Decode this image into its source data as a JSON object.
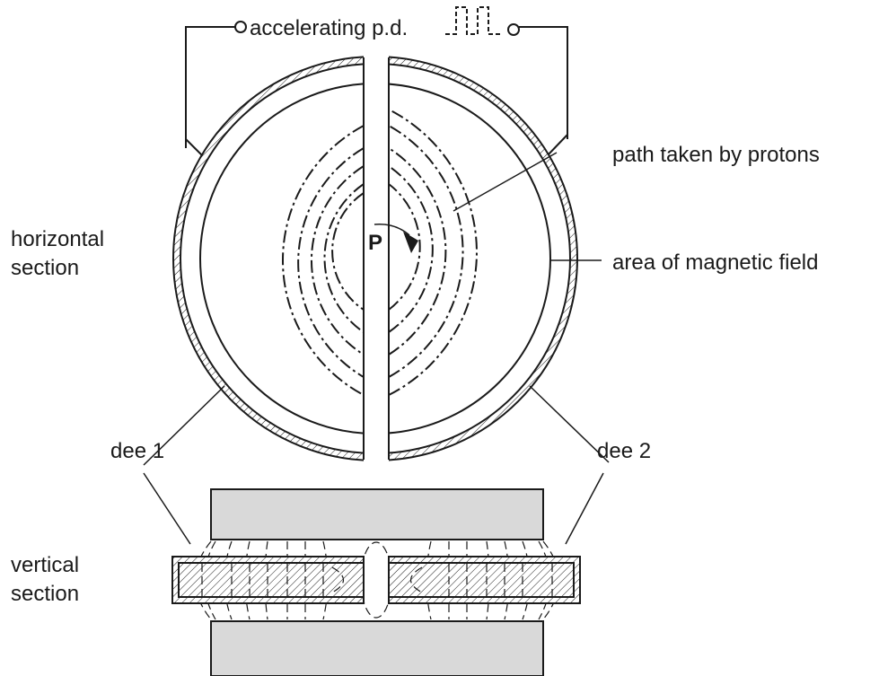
{
  "labels": {
    "top": "accelerating p.d.",
    "horizontal_line1": "horizontal",
    "horizontal_line2": "section",
    "vertical_line1": "vertical",
    "vertical_line2": "section",
    "path": "path taken by protons",
    "field": "area of magnetic field",
    "dee1": "dee 1",
    "dee2": "dee 2",
    "point": "P"
  },
  "colors": {
    "line": "#1a1a1a",
    "magnet": "#d9d9d9",
    "background": "#ffffff"
  }
}
